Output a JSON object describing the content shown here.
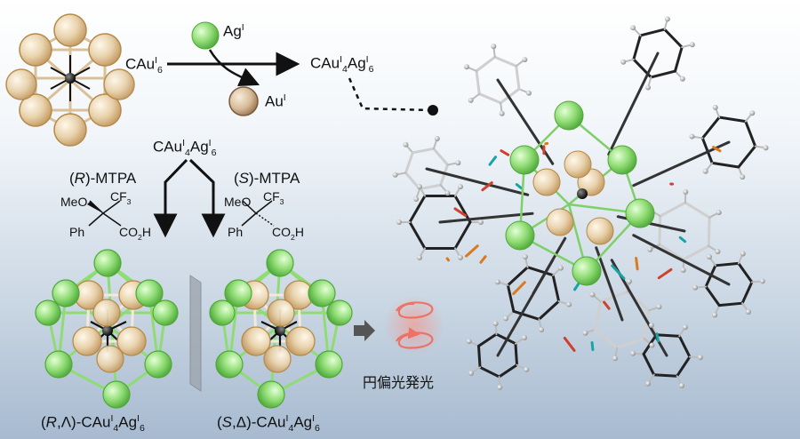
{
  "scheme": {
    "top_left_label": "CAu",
    "top_left_label_ox": "I",
    "top_left_label_sub": "6",
    "reagent_label": "Ag",
    "reagent_ox": "I",
    "byproduct_label": "Au",
    "byproduct_ox": "I",
    "product_label": {
      "base": "CAu",
      "ox1": "I",
      "n1": "4",
      "mid": "Ag",
      "ox2": "I",
      "n2": "6"
    },
    "center_label": {
      "base": "CAu",
      "ox1": "I",
      "n1": "4",
      "mid": "Ag",
      "ox2": "I",
      "n2": "6"
    },
    "left_reagent": {
      "pre": "(",
      "chir": "R",
      "post": ")-MTPA"
    },
    "right_reagent": {
      "pre": "(",
      "chir": "S",
      "post": ")-MTPA"
    },
    "meo": "MeO",
    "cf3": "CF",
    "cf3_sub": "3",
    "ph": "Ph",
    "co2h": {
      "a": "CO",
      "n": "2",
      "b": "H"
    },
    "bottom_left": {
      "pre": "(",
      "c1": "R",
      "sep": ",",
      "c2": "Λ",
      "post": ")-CAu",
      "ox1": "I",
      "n1": "4",
      "mid": "Ag",
      "ox2": "I",
      "n2": "6"
    },
    "bottom_right": {
      "pre": "(",
      "c1": "S",
      "sep": ",",
      "c2": "Δ",
      "post": ")-CAu",
      "ox1": "I",
      "n1": "4",
      "mid": "Ag",
      "ox2": "I",
      "n2": "6"
    },
    "cpl_label": "円偏光発光"
  },
  "colors": {
    "gold": "#e6cfa6",
    "gold_edge": "#b58a4a",
    "silver_green": "#8fdc74",
    "green_edge": "#4fa83a",
    "carbon": "#222222",
    "cpl_red": "#f06a5c",
    "arrow": "#111111"
  },
  "icons": {
    "gold_cluster": "octahedral-gold-cluster-icon",
    "silver_atom": "green-sphere-icon",
    "gold_atom": "gold-sphere-icon",
    "mirror": "mirror-plane-icon",
    "emission": "circularly-polarized-light-icon",
    "crystal": "crystal-structure-icon"
  }
}
